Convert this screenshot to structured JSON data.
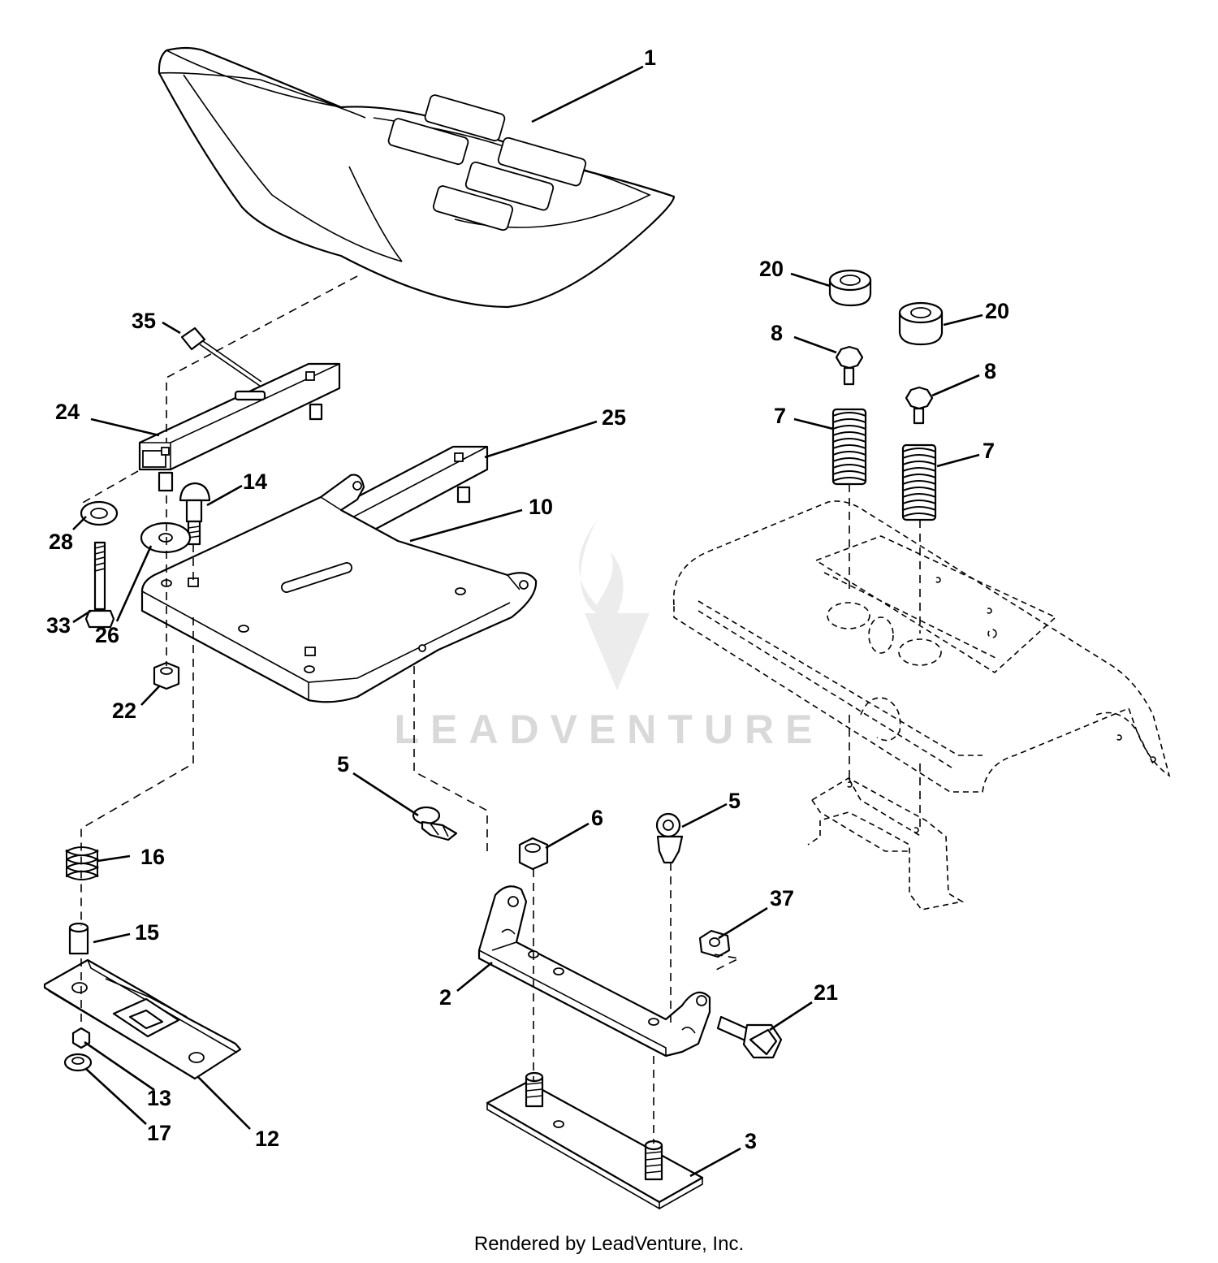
{
  "watermark": {
    "text": "LEADVENTURE",
    "logo_icon": "leadventure-flame-logo"
  },
  "footer": {
    "text": "Rendered by LeadVenture, Inc."
  },
  "callouts": {
    "c1": "1",
    "c35": "35",
    "c24": "24",
    "c25": "25",
    "c14": "14",
    "c10": "10",
    "c28": "28",
    "c33": "33",
    "c26": "26",
    "c22": "22",
    "c20a": "20",
    "c20b": "20",
    "c8a": "8",
    "c8b": "8",
    "c7a": "7",
    "c7b": "7",
    "c5a": "5",
    "c5b": "5",
    "c6": "6",
    "c16": "16",
    "c15": "15",
    "c37": "37",
    "c21": "21",
    "c2": "2",
    "c13": "13",
    "c17": "17",
    "c12": "12",
    "c3": "3"
  }
}
